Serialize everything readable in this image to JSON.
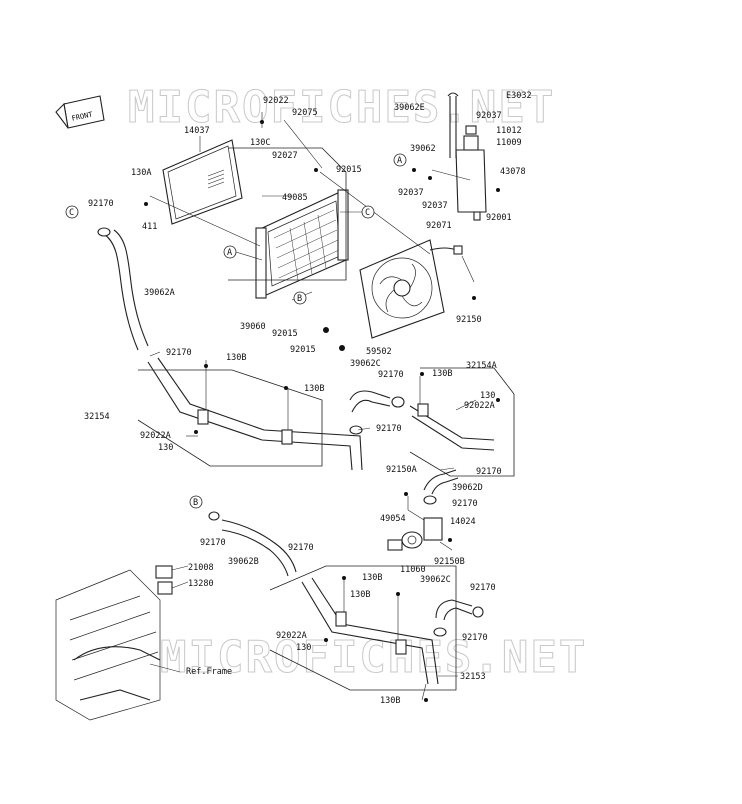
{
  "diagram": {
    "code": "E3032",
    "front_arrow": "FRONT",
    "watermark": "MICROFICHES.NET",
    "ref_frame": "Ref.Frame"
  },
  "callouts": {
    "a": "A",
    "b": "B",
    "c": "C"
  },
  "parts": {
    "p14037": "14037",
    "p92022": "92022",
    "p92075": "92075",
    "p130C": "130C",
    "p92027": "92027",
    "p92015_top": "92015",
    "p130A": "130A",
    "p411": "411",
    "p49085": "49085",
    "p92170_c": "92170",
    "p39062A": "39062A",
    "p39060": "39060",
    "p92015_mid": "92015",
    "p92015_low": "92015",
    "p59502": "59502",
    "p92150": "92150",
    "p39062E": "39062E",
    "p92037_top": "92037",
    "p11012": "11012",
    "p11009": "11009",
    "p39062": "39062",
    "p43078": "43078",
    "p92037_a": "92037",
    "p92037_b": "92037",
    "p92071": "92071",
    "p92001": "92001",
    "p92170_l": "92170",
    "p130B_l": "130B",
    "p130B_l2": "130B",
    "p32154": "32154",
    "p92022A_l": "92022A",
    "p130_l": "130",
    "p39062C_r": "39062C",
    "p92170_r1": "92170",
    "p130B_r": "130B",
    "p32154A": "32154A",
    "p130_r": "130",
    "p92022A_r": "92022A",
    "p92170_r2": "92170",
    "p92170_r3": "92170",
    "p92150A": "92150A",
    "p39062D": "39062D",
    "p92170_r4": "92170",
    "p49054": "49054",
    "p14024": "14024",
    "p92150B": "92150B",
    "p11060": "11060",
    "p92170_b1": "92170",
    "p39062B": "39062B",
    "p92170_b2": "92170",
    "p21008": "21008",
    "p13280": "13280",
    "p130B_b1": "130B",
    "p130B_b2": "130B",
    "p39062C_b": "39062C",
    "p92170_b3": "92170",
    "p92022A_b": "92022A",
    "p130_b": "130",
    "p92170_b4": "92170",
    "p32153": "32153",
    "p130B_b3": "130B"
  }
}
